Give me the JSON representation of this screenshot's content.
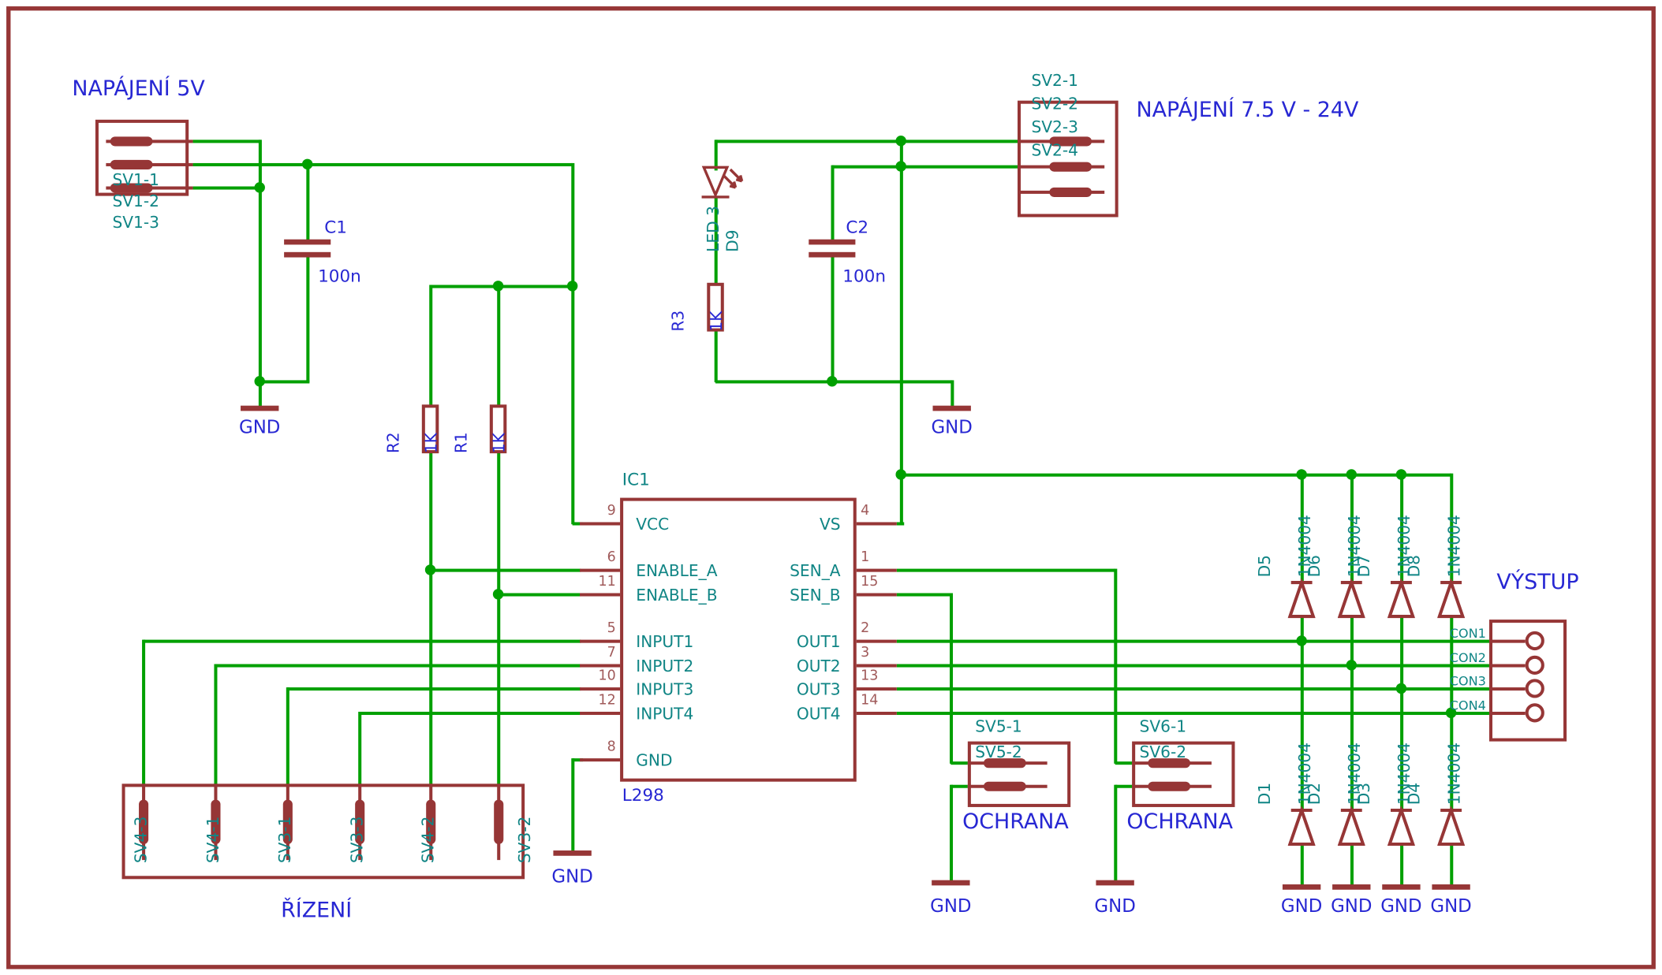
{
  "labels": {
    "gnd": "GND"
  },
  "power5": {
    "title": "NAPÁJENÍ 5V",
    "pins": [
      "SV1-1",
      "SV1-2",
      "SV1-3"
    ]
  },
  "power24": {
    "title": "NAPÁJENÍ 7.5 V - 24V",
    "pins": [
      "SV2-1",
      "SV2-2",
      "SV2-3",
      "SV2-4"
    ]
  },
  "c1": {
    "name": "C1",
    "value": "100n"
  },
  "c2": {
    "name": "C2",
    "value": "100n"
  },
  "r1": {
    "name": "R1",
    "value": "1K"
  },
  "r2": {
    "name": "R2",
    "value": "1K"
  },
  "r3": {
    "name": "R3",
    "value": "1K"
  },
  "led": {
    "name": "D9",
    "value": "LED 3"
  },
  "ic": {
    "name": "IC1",
    "value": "L298",
    "left_pins": [
      {
        "num": "9",
        "label": "VCC"
      },
      {
        "num": "6",
        "label": "ENABLE_A"
      },
      {
        "num": "11",
        "label": "ENABLE_B"
      },
      {
        "num": "5",
        "label": "INPUT1"
      },
      {
        "num": "7",
        "label": "INPUT2"
      },
      {
        "num": "10",
        "label": "INPUT3"
      },
      {
        "num": "12",
        "label": "INPUT4"
      },
      {
        "num": "8",
        "label": "GND"
      }
    ],
    "right_pins": [
      {
        "num": "4",
        "label": "VS"
      },
      {
        "num": "1",
        "label": "SEN_A"
      },
      {
        "num": "15",
        "label": "SEN_B"
      },
      {
        "num": "2",
        "label": "OUT1"
      },
      {
        "num": "3",
        "label": "OUT2"
      },
      {
        "num": "13",
        "label": "OUT3"
      },
      {
        "num": "14",
        "label": "OUT4"
      }
    ]
  },
  "rizeni": {
    "title": "ŘÍZENÍ",
    "pins": [
      "SV4-3",
      "SV4-1",
      "SV3-1",
      "SV3-3",
      "SV4-2",
      "SV3-2"
    ]
  },
  "ochrana1": {
    "title": "OCHRANA",
    "pins": [
      "SV5-1",
      "SV5-2"
    ]
  },
  "ochrana2": {
    "title": "OCHRANA",
    "pins": [
      "SV6-1",
      "SV6-2"
    ]
  },
  "vystup": {
    "title": "VÝSTUP",
    "pins": [
      "CON1",
      "CON2",
      "CON3",
      "CON4"
    ]
  },
  "diodes_top": [
    {
      "name": "D5",
      "value": "1N4004"
    },
    {
      "name": "D6",
      "value": "1N4004"
    },
    {
      "name": "D7",
      "value": "1N4004"
    },
    {
      "name": "D8",
      "value": "1N4004"
    }
  ],
  "diodes_bottom": [
    {
      "name": "D1",
      "value": "1N4004"
    },
    {
      "name": "D2",
      "value": "1N4004"
    },
    {
      "name": "D3",
      "value": "1N4004"
    },
    {
      "name": "D4",
      "value": "1N4004"
    }
  ],
  "colors": {
    "component": "#963636",
    "wire": "#00a000",
    "label_blue": "#2727d3",
    "label_teal": "#108585",
    "pin_number": "#a05a5a",
    "background": "#ffffff"
  }
}
